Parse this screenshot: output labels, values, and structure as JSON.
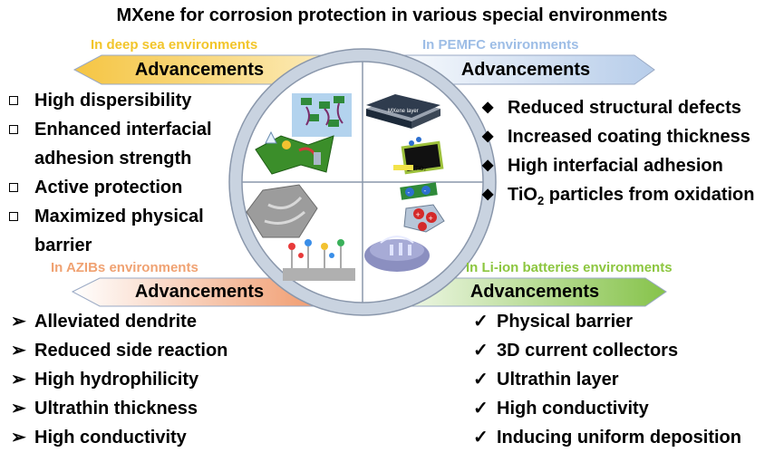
{
  "title": "MXene for corrosion protection in various special environments",
  "quadrants": {
    "top_left": {
      "environment": "In deep sea environments",
      "heading": "Advancements",
      "items": [
        "High dispersibility",
        "Enhanced interfacial",
        "adhesion strength",
        "Active protection",
        "Maximized physical",
        "barrier"
      ]
    },
    "top_right": {
      "environment": "In PEMFC environments",
      "heading": "Advancements",
      "items": [
        "Reduced structural defects",
        "Increased coating thickness",
        "High interfacial adhesion"
      ],
      "last_item": {
        "prefix": "TiO",
        "sub": "2",
        "suffix": " particles from oxidation"
      }
    },
    "bottom_left": {
      "environment": "In AZIBs environments",
      "heading": "Advancements",
      "items": [
        "Alleviated dendrite",
        "Reduced side reaction",
        "High hydrophilicity",
        "Ultrathin thickness",
        "High conductivity"
      ]
    },
    "bottom_right": {
      "environment": "In Li-ion batteries environments",
      "heading": "Advancements",
      "items": [
        "Physical barrier",
        "3D current collectors",
        "Ultrathin layer",
        "High conductivity",
        "Inducing uniform deposition"
      ]
    }
  },
  "illustration_labels": {
    "mxene_layer": "MXene layer",
    "tio2": "TiO₂"
  },
  "colors": {
    "deep_sea": "#f4c430",
    "pemfc": "#8fb4e3",
    "azibs": "#f0a070",
    "liion": "#8cc63f",
    "circle_ring": "#c9d3e0"
  }
}
